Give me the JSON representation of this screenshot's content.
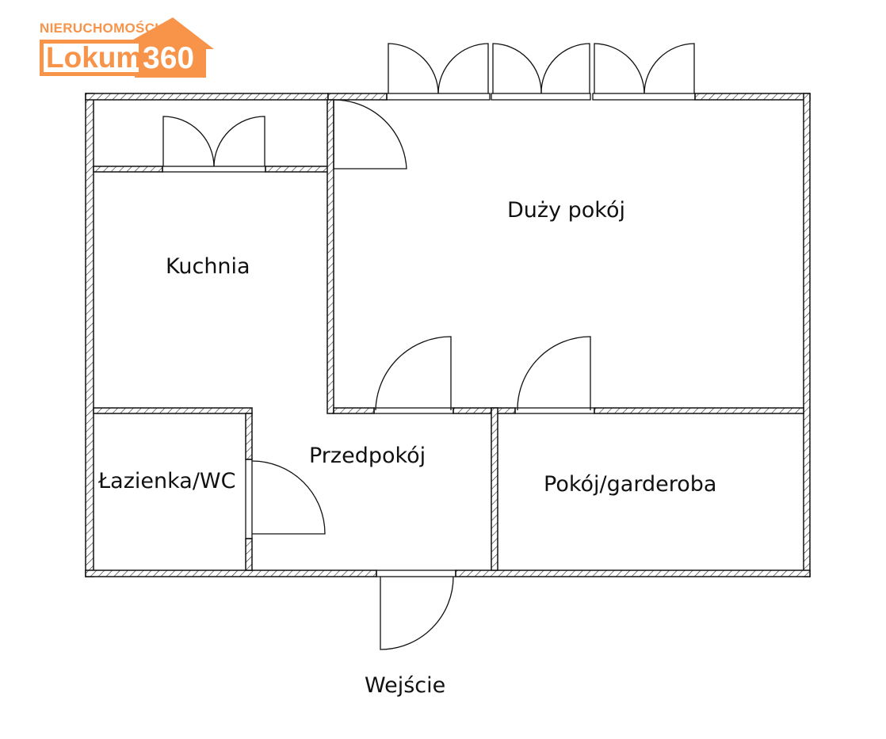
{
  "logo": {
    "top_text": "NIERUCHOMOŚCI",
    "word": "Lokum",
    "number": "360",
    "color": "#f7944a"
  },
  "rooms": {
    "living_room": "Duży pokój",
    "kitchen": "Kuchnia",
    "hallway": "Przedpokój",
    "bathroom": "Łazienka/WC",
    "room_wardrobe": "Pokój/garderoba",
    "entrance": "Wejście"
  }
}
